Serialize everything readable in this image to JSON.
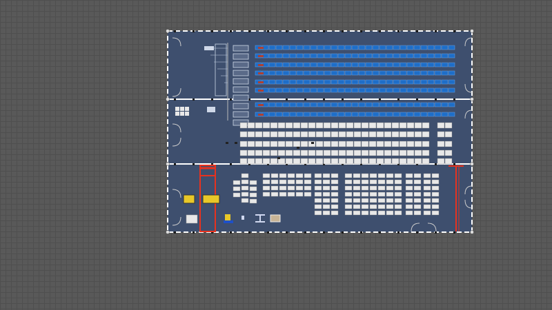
{
  "app": {
    "view": "warehouse-layout-editor"
  },
  "colors": {
    "canvas_background": "#595959",
    "floor": "#3e4f6e",
    "wall": "#ffffff",
    "blue_rack": "#1e6ec8",
    "white_rack": "#e8e8e8",
    "crane": "#e8321e",
    "forklift": "#e8c828",
    "forklift_blue": "#1e50c8",
    "pallet": "#c8b496",
    "door": "#cccccc",
    "column": "#1a1a1a"
  },
  "icons": [
    "rack-icon",
    "storage-shelf-icon",
    "overhead-crane-icon",
    "forklift-icon",
    "truck-icon",
    "pallet-icon",
    "door-icon",
    "column-icon",
    "selection-handle-icon",
    "conveyor-icon"
  ],
  "layout": {
    "bays": [
      {
        "name": "upper-bay",
        "contents": "blue-racks"
      },
      {
        "name": "middle-bay",
        "contents": "blue-and-white-racks"
      },
      {
        "name": "lower-bay",
        "contents": "white-storage-and-crane"
      }
    ]
  }
}
